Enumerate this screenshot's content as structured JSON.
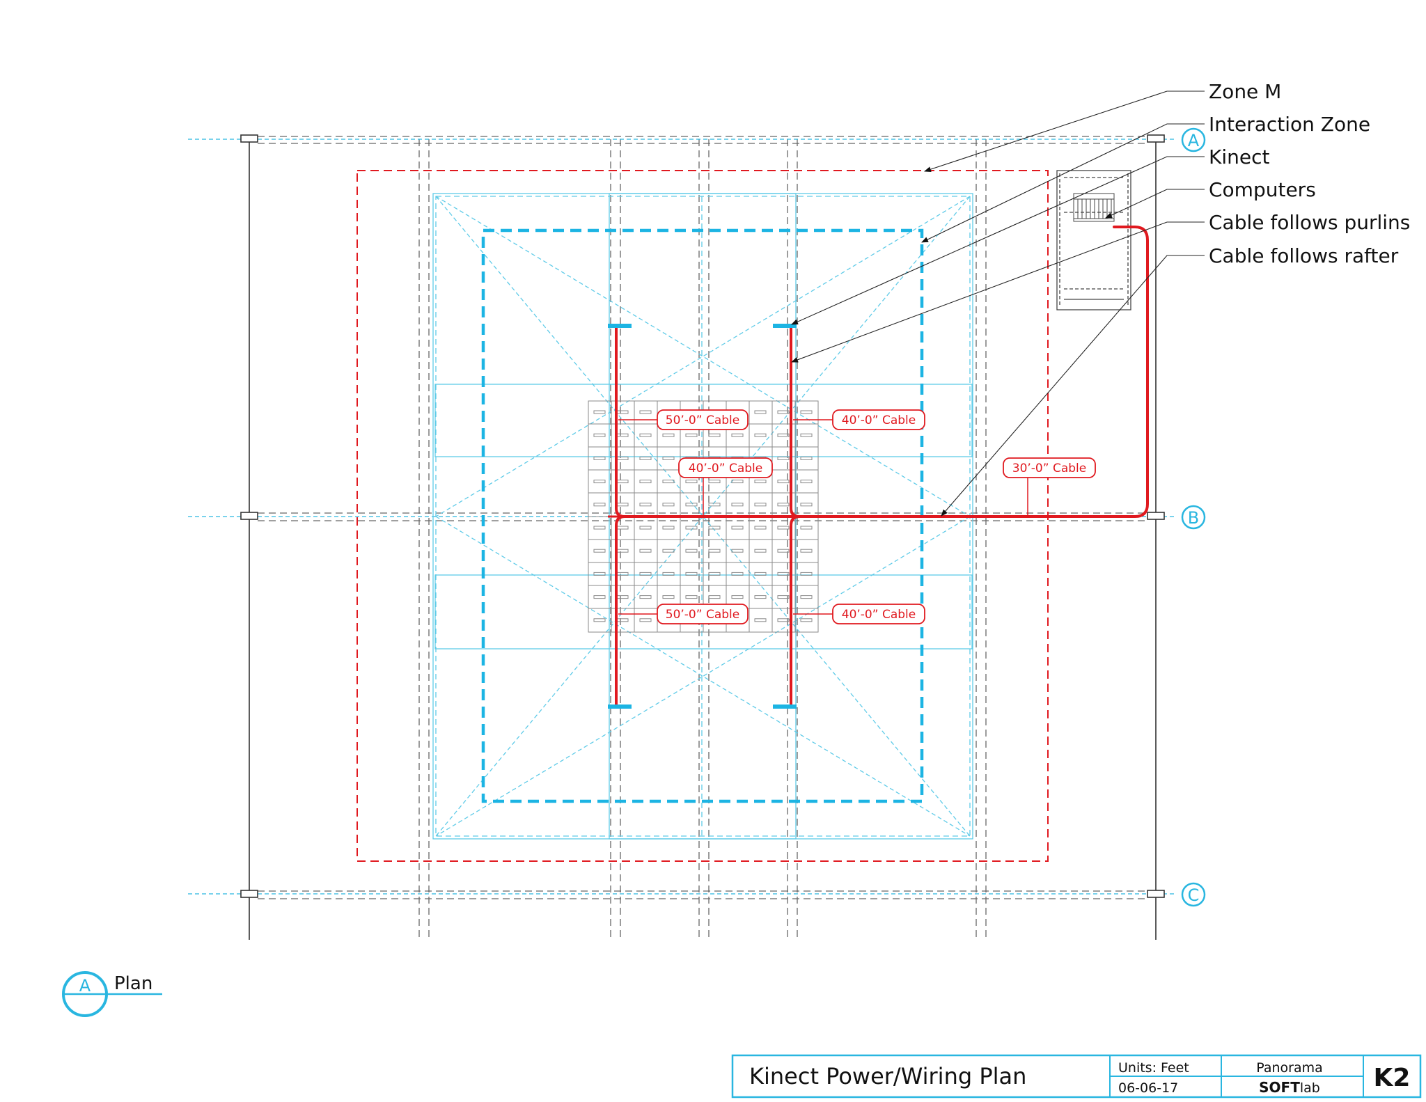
{
  "callouts": {
    "zone_m": "Zone M",
    "interaction_zone": "Interaction Zone",
    "kinect": "Kinect",
    "computers": "Computers",
    "cable_purlins": "Cable follows purlins",
    "cable_rafter": "Cable follows rafter"
  },
  "cable_labels": {
    "top_left": "50’-0” Cable",
    "top_right": "40’-0” Cable",
    "center": "40’-0” Cable",
    "right": "30’-0” Cable",
    "bottom_left": "50’-0” Cable",
    "bottom_right": "40’-0” Cable"
  },
  "grid_labels": {
    "a": "A",
    "b": "B",
    "c": "C"
  },
  "view": {
    "bubble": "A",
    "name": "Plan"
  },
  "title_block": {
    "title": "Kinect Power/Wiring Plan",
    "units": "Units: Feet",
    "date": "06-06-17",
    "project": "Panorama",
    "firm_bold": "SOFT",
    "firm_light": "lab",
    "sheet": "K2"
  },
  "colors": {
    "cable": "#e0191f",
    "grid_blue": "#29b6e0",
    "zone_m": "#e0191f",
    "interaction_zone": "#1cb4e3",
    "linework": "#555555"
  }
}
